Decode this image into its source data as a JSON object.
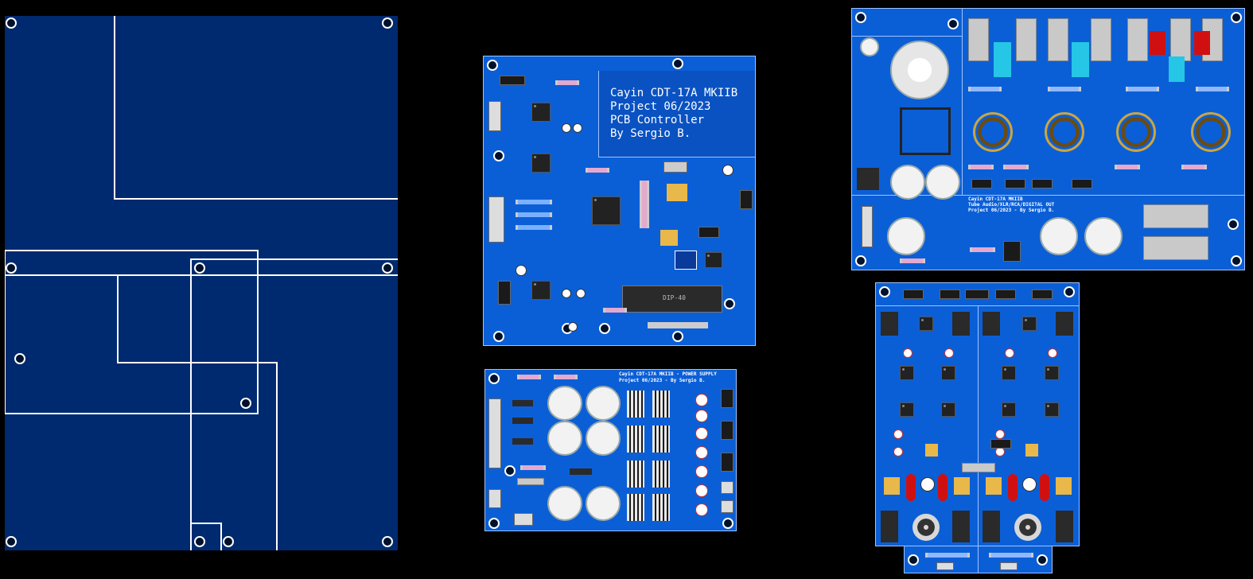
{
  "colors": {
    "background": "#000000",
    "board_blue": "#0b5fd6",
    "board_dark": "#002a70",
    "outline": "#ffffff"
  },
  "controller_board": {
    "title_line1": "Cayin CDT-17A MKIIB",
    "title_line2": "Project 06/2023",
    "title_line3": "PCB Controller",
    "title_line4": "By Sergio B.",
    "dip_label": "DIP-40"
  },
  "psu_board": {
    "label_line1": "Cayin CDT-17A MKIIB - POWER SUPPLY",
    "label_line2": "Project 06/2023 - By Sergio B."
  },
  "tube_board": {
    "label_line1": "Cayin CDT-17A MKIIB",
    "label_line2": "Tube Audio/XLR/RCA/DIGITAL OUT",
    "label_line3": "Project 06/2023 - By Sergio B."
  },
  "icons": [
    "mounting-hole-icon",
    "electrolytic-capacitor-icon",
    "ic-chip-icon",
    "resistor-icon",
    "vacuum-tube-socket-icon"
  ]
}
